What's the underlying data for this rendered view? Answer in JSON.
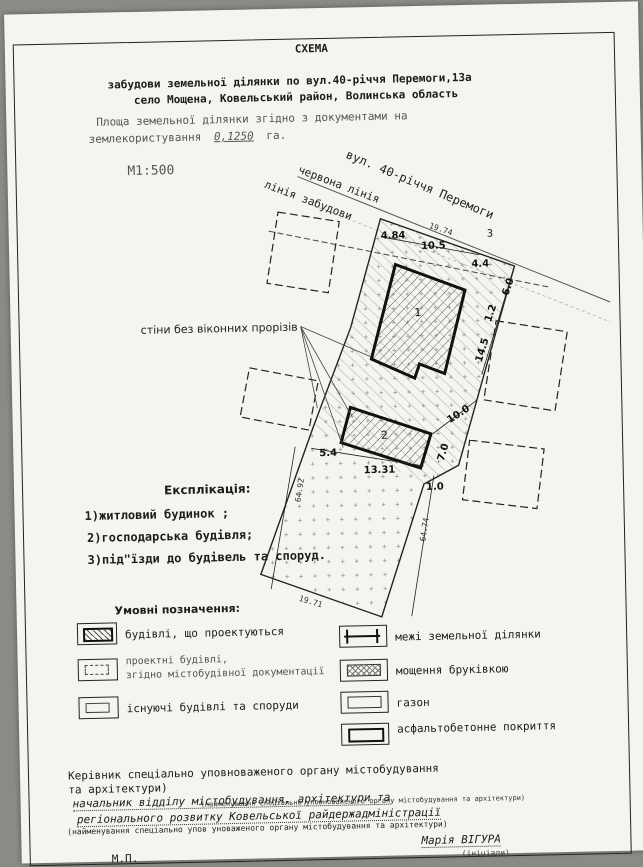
{
  "header": {
    "title": "СХЕМА",
    "line1": "забудови земельної ділянки по вул.40-річчя Перемоги,13а",
    "line2": "село Мощена, Ковельський район, Волинська область",
    "area_line1": "Площа земельної ділянки згідно з документами на",
    "area_line2_prefix": "землекористування",
    "area_value": "0,1250",
    "area_unit": "га.",
    "scale": "М1:500"
  },
  "plan": {
    "street": "вул. 40-річчя Перемоги",
    "red_line": "червона лінія",
    "build_line": "лінія забудови",
    "walls_note": "стіни без віконних прорізів",
    "building1": "1",
    "building2": "2",
    "point3": "3",
    "dims": {
      "d4_84": "4.84",
      "d10_5": "10.5",
      "d19_74": "19.74",
      "d4_4": "4.4",
      "d6_0": "6.0",
      "d1_2": "1.2",
      "d14_5": "14.5",
      "d10_0": "10.0",
      "d7_0": "7.0",
      "d5_4": "5.4",
      "d13_31": "13.31",
      "d1_0": "1.0",
      "d64_92": "64.92",
      "d64_74": "64.74",
      "d19_71": "19.71"
    }
  },
  "explication": {
    "title": "Експлікація:",
    "items": [
      "1)житловий будинок ;",
      "2)господарська будівля;",
      "3)під\"їзди до будівель та споруд."
    ]
  },
  "legend": {
    "title": "Умовні позначення:",
    "left": [
      "будівлі, що проектуються",
      "проектні будівлі,",
      "згідно містобудівної документації",
      "існуючі будівлі та споруди"
    ],
    "right": [
      "межі земельної ділянки",
      "мощення бруківкою",
      "газон",
      "асфальтобетонне покриття"
    ]
  },
  "footer": {
    "head1": "Керівник спеціально уповноваженого органу містобудування",
    "head2": "та архітектури)",
    "pos1": "начальник відділу містобудування, архітектури та",
    "pos2": "регіонального розвитку  Ковельської райдержадміністрації",
    "note1": "(найменування спеціально уповноваженого органу містобудування та архітектури)",
    "note2": "(найменування спеціально упов уноваженого органу містобудування та архітектури)",
    "stamp": "М.П.",
    "name": "Марія ВІГУРА",
    "initials": "(ініціали)"
  }
}
